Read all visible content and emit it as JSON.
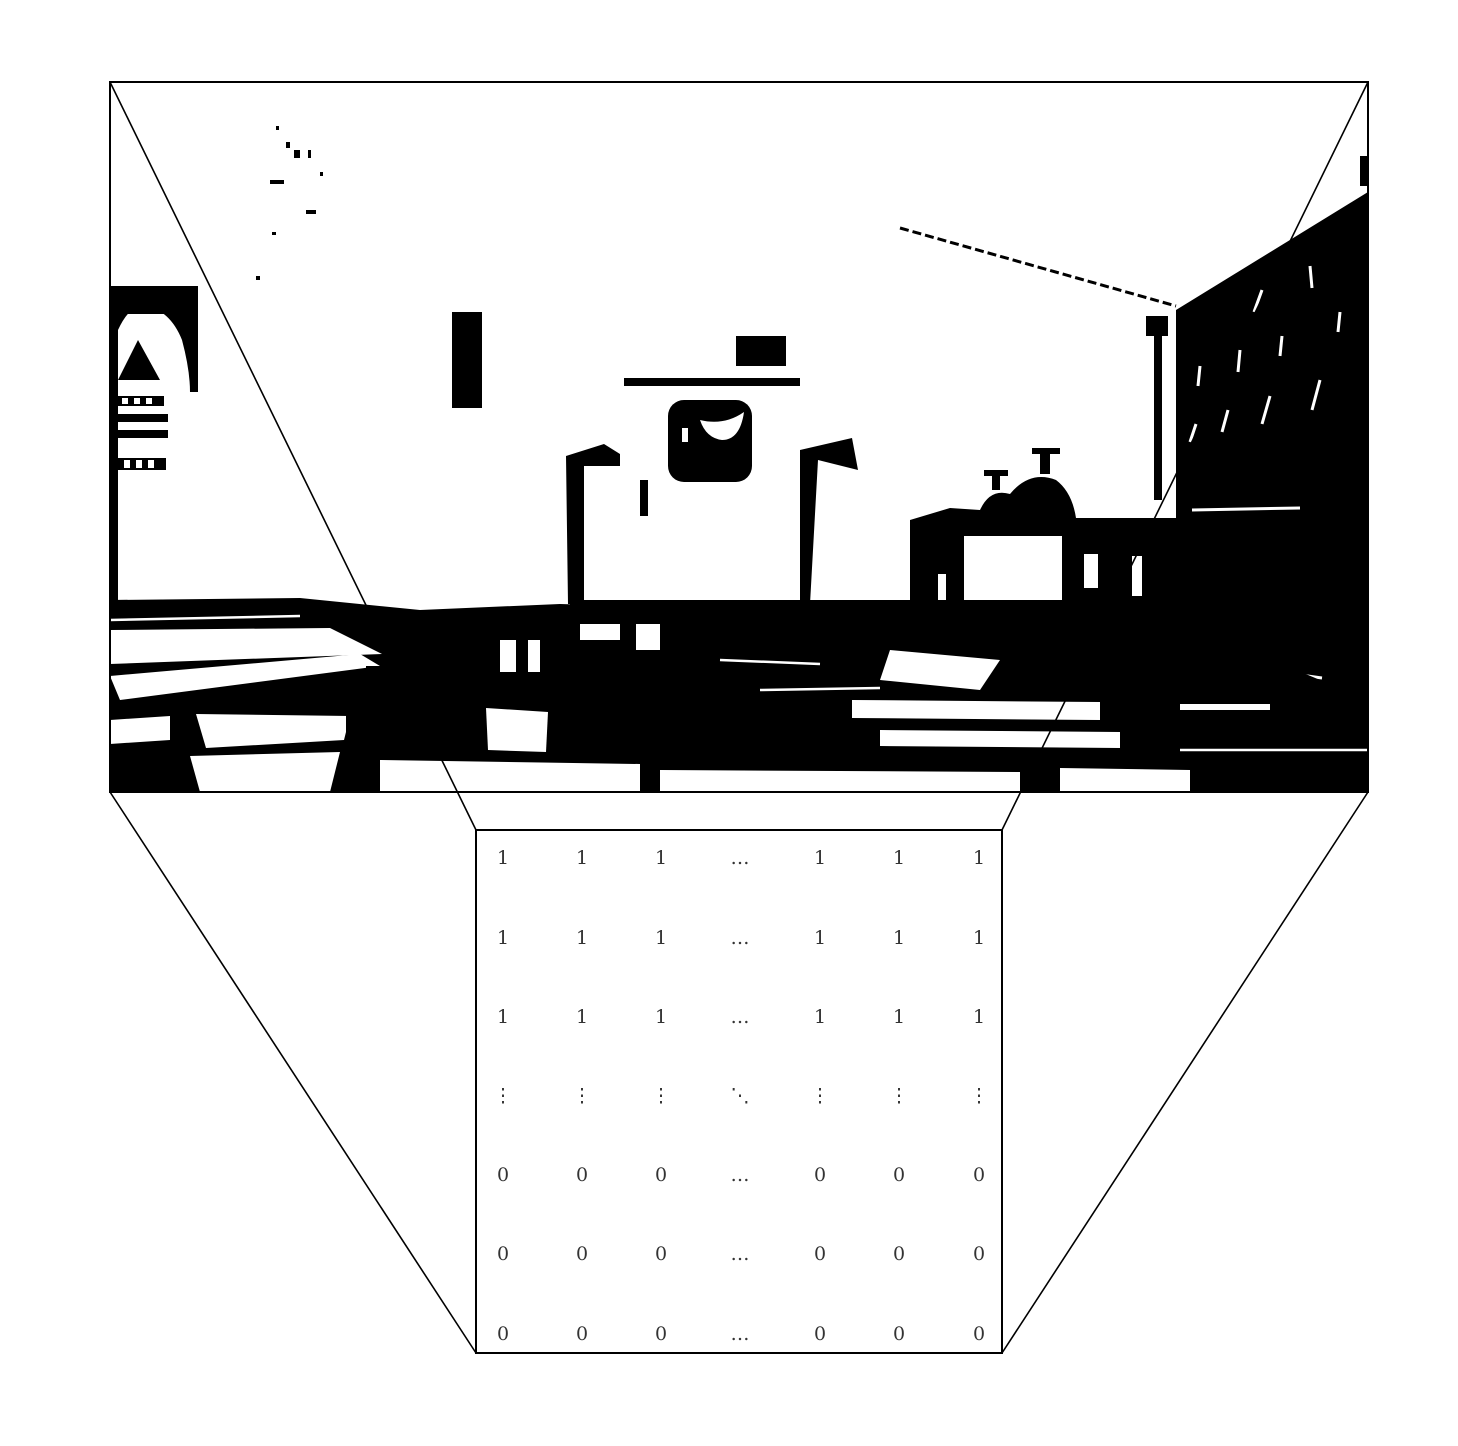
{
  "diagram": {
    "ink_color": "#000000",
    "paper_color": "#ffffff",
    "cell_text_color": "#333333",
    "binary_image": {
      "description_hidden": true,
      "content": "binarized photo of a railway locomotive and tracks"
    },
    "matrix": {
      "rows": [
        [
          "1",
          "1",
          "1",
          "…",
          "1",
          "1",
          "1"
        ],
        [
          "1",
          "1",
          "1",
          "…",
          "1",
          "1",
          "1"
        ],
        [
          "1",
          "1",
          "1",
          "…",
          "1",
          "1",
          "1"
        ],
        [
          "⋮",
          "⋮",
          "⋮",
          "⋱",
          "⋮",
          "⋮",
          "⋮"
        ],
        [
          "0",
          "0",
          "0",
          "…",
          "0",
          "0",
          "0"
        ],
        [
          "0",
          "0",
          "0",
          "…",
          "0",
          "0",
          "0"
        ],
        [
          "0",
          "0",
          "0",
          "…",
          "0",
          "0",
          "0"
        ]
      ]
    }
  }
}
